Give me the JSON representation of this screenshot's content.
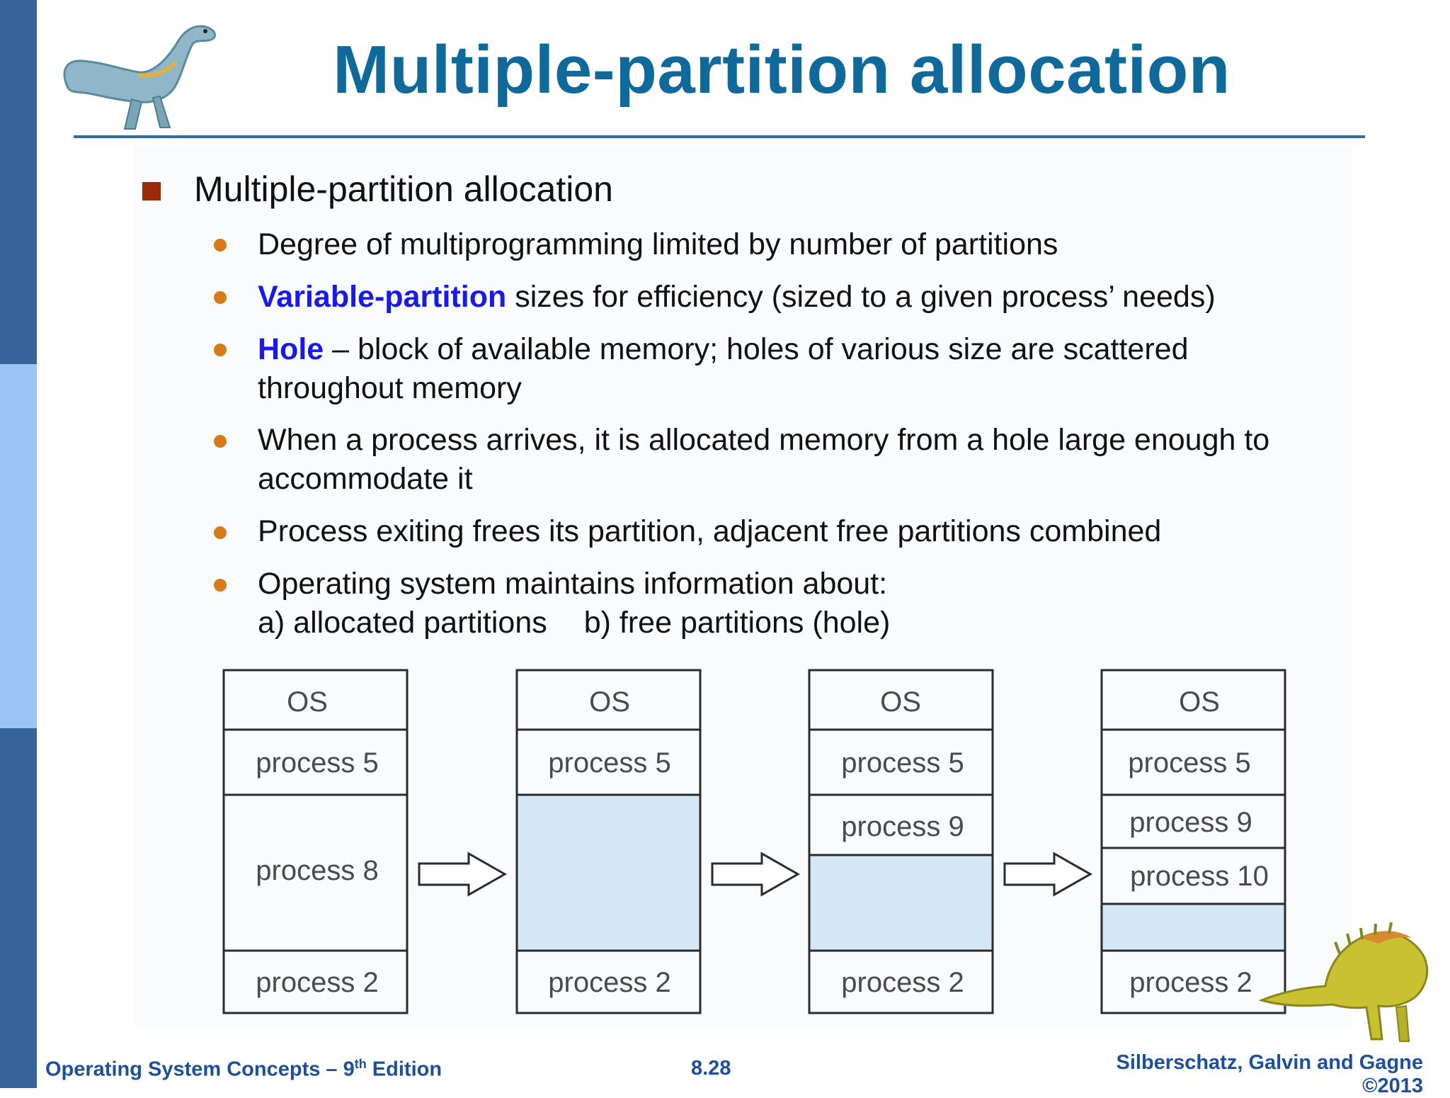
{
  "slide": {
    "title": "Multiple-partition allocation",
    "level1": "Multiple-partition allocation",
    "items": [
      {
        "keyword": "",
        "text": "Degree of multiprogramming limited by number of partitions"
      },
      {
        "keyword": "Variable-partition",
        "text": " sizes for efficiency (sized to a given process’ needs)"
      },
      {
        "keyword": "Hole",
        "text": " – block of available memory; holes of various size are scattered",
        "line2": "throughout memory"
      },
      {
        "keyword": "",
        "text": "When a process arrives, it is allocated memory from a hole large enough to",
        "line2": "accommodate it"
      },
      {
        "keyword": "",
        "text": "Process exiting frees its partition, adjacent free partitions combined"
      },
      {
        "keyword": "",
        "text": "Operating system maintains information about:",
        "line2a": "a) allocated partitions",
        "line2b": "b) free partitions (hole)"
      }
    ]
  },
  "diagram": {
    "hole_color": "#d3e7f5",
    "columns": [
      {
        "labels": {
          "os": "OS",
          "p5": "process 5",
          "p8": "process 8",
          "p2": "process 2"
        }
      },
      {
        "labels": {
          "os": "OS",
          "p5": "process 5",
          "p2": "process 2"
        }
      },
      {
        "labels": {
          "os": "OS",
          "p5": "process 5",
          "p9": "process 9",
          "p2": "process 2"
        }
      },
      {
        "labels": {
          "os": "OS",
          "p5": "process 5",
          "p9": "process 9",
          "p10": "process 10",
          "p2": "process 2"
        }
      }
    ]
  },
  "footer": {
    "left_main": "Operating System Concepts – 9",
    "left_sup": "th",
    "left_end": " Edition",
    "center": "8.28",
    "right": "Silberschatz, Galvin and Gagne ©2013"
  },
  "colors": {
    "title": "#0f6a9b",
    "keyword": "#1a1ae6",
    "bullet": "#d77a18",
    "marker": "#9b2a0b",
    "footer": "#1d4f9a",
    "sidebar_dark": "#36639a",
    "sidebar_light": "#99c4f5"
  },
  "icons": {
    "top_left": "dinosaur-illustration",
    "bottom_right": "dinosaur-illustration"
  }
}
